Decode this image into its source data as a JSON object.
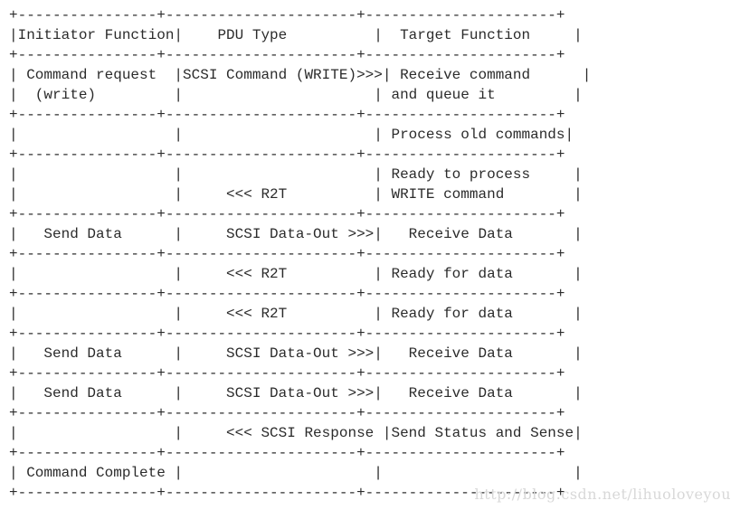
{
  "table_lines": [
    "+----------------+----------------------+----------------------+",
    "|Initiator Function|    PDU Type          |  Target Function     |",
    "+----------------+----------------------+----------------------+",
    "| Command request  |SCSI Command (WRITE)>>>| Receive command      |",
    "|  (write)         |                      | and queue it         |",
    "+----------------+----------------------+----------------------+",
    "|                  |                      | Process old commands|",
    "+----------------+----------------------+----------------------+",
    "|                  |                      | Ready to process     |",
    "|                  |     <<< R2T          | WRITE command        |",
    "+----------------+----------------------+----------------------+",
    "|   Send Data      |     SCSI Data-Out >>>|   Receive Data       |",
    "+----------------+----------------------+----------------------+",
    "|                  |     <<< R2T          | Ready for data       |",
    "+----------------+----------------------+----------------------+",
    "|                  |     <<< R2T          | Ready for data       |",
    "+----------------+----------------------+----------------------+",
    "|   Send Data      |     SCSI Data-Out >>>|   Receive Data       |",
    "+----------------+----------------------+----------------------+",
    "|   Send Data      |     SCSI Data-Out >>>|   Receive Data       |",
    "+----------------+----------------------+----------------------+",
    "|                  |     <<< SCSI Response |Send Status and Sense|",
    "+----------------+----------------------+----------------------+",
    "| Command Complete |                      |                      |",
    "+----------------+----------------------+----------------------+"
  ],
  "watermark": "http://blog.csdn.net/lihuoloveyou"
}
